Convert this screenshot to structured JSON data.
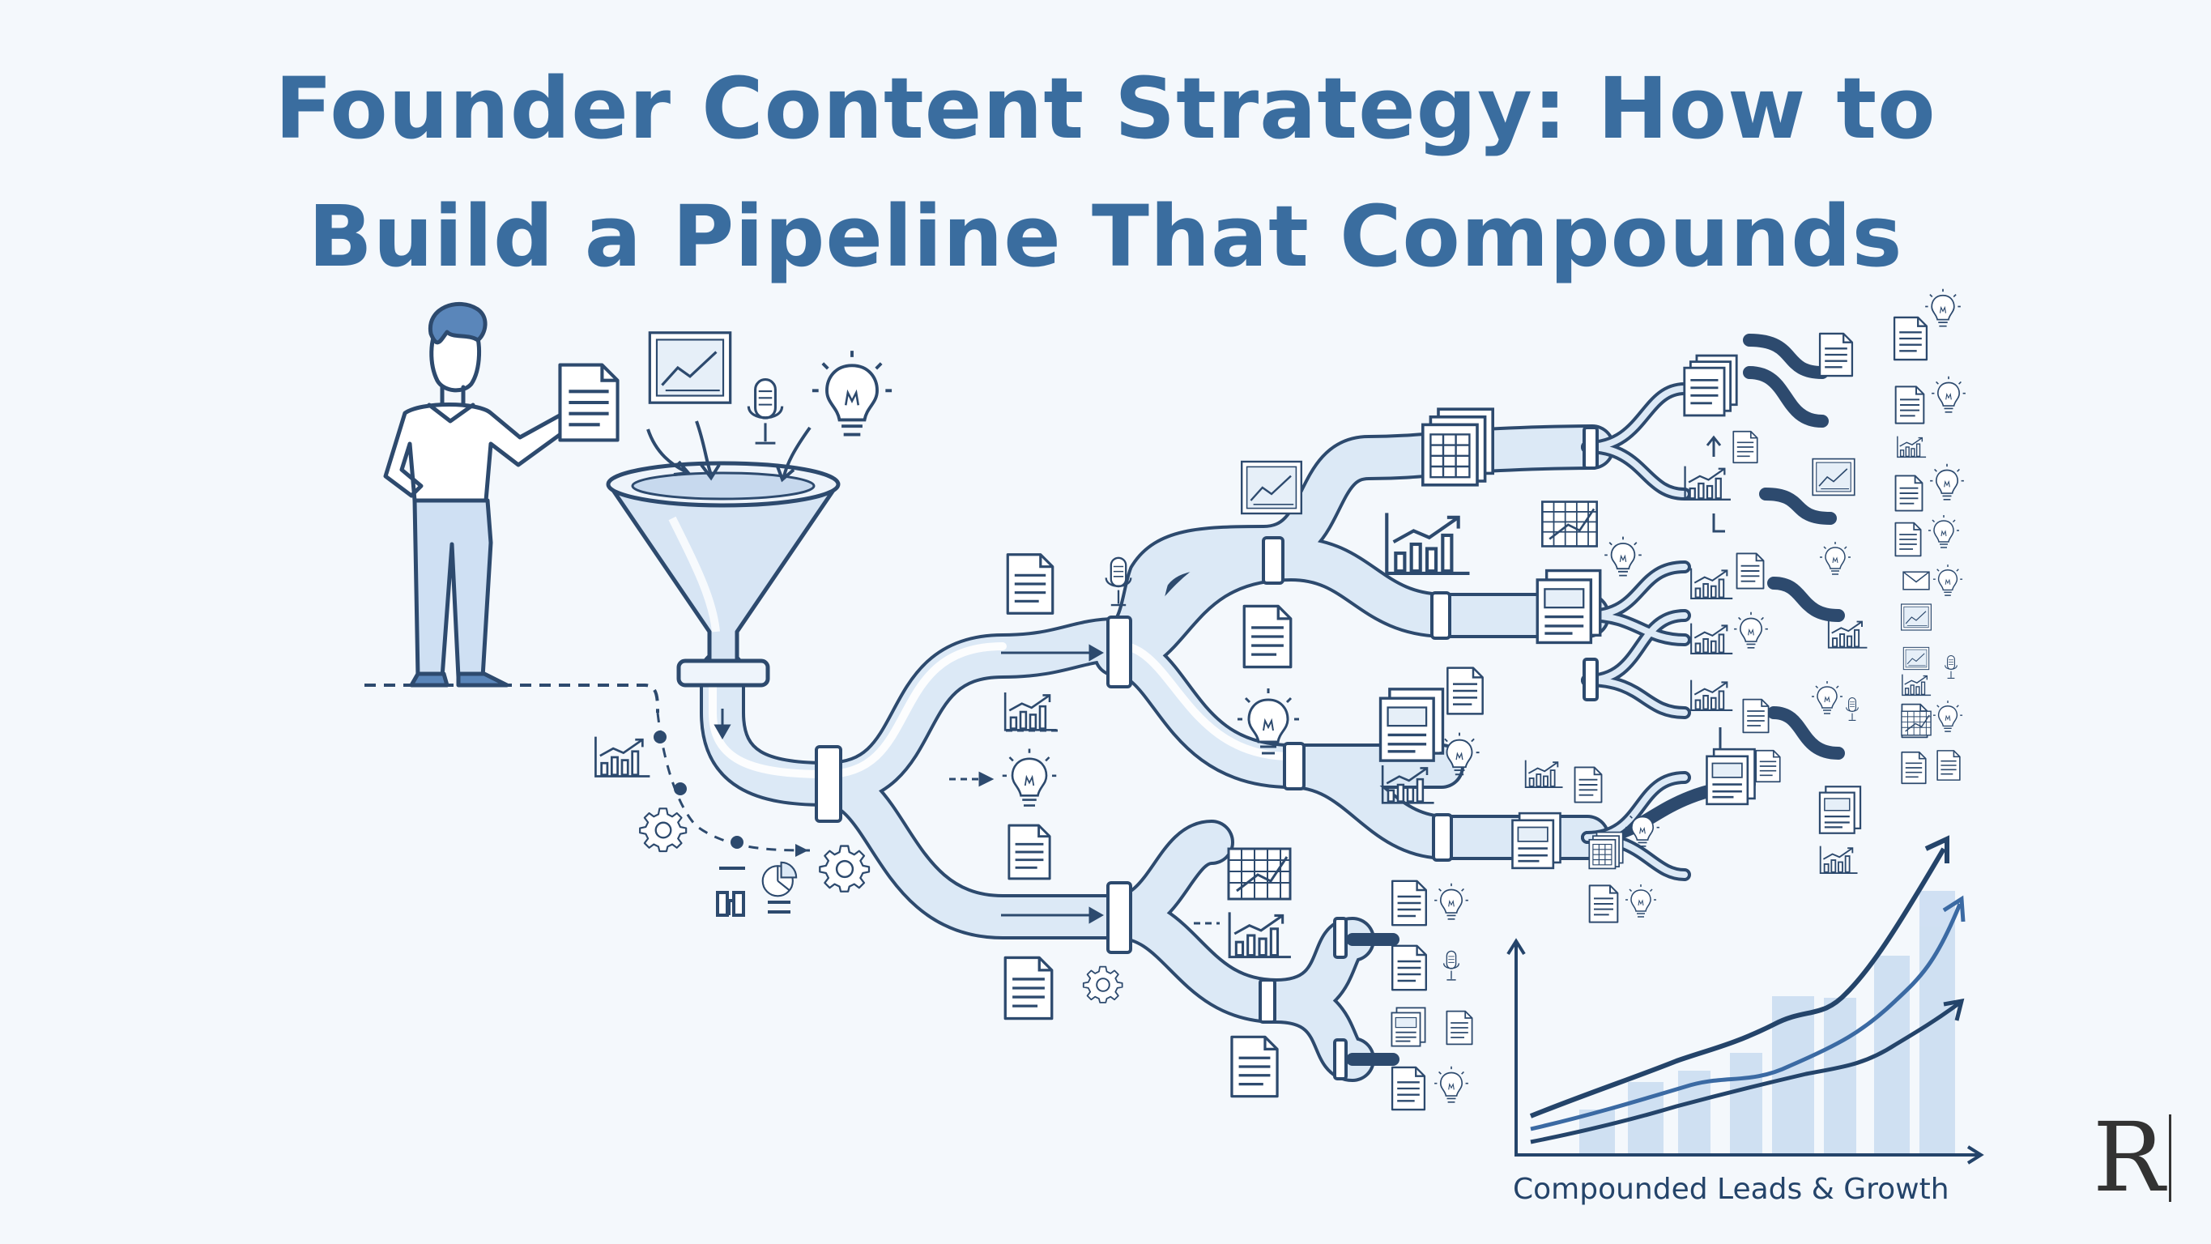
{
  "header": {
    "title_line1": "Founder Content Strategy: How to",
    "title_line2": "Build a Pipeline That Compounds"
  },
  "growth_chart": {
    "caption": "Compounded Leads & Growth"
  },
  "brand": {
    "mark": "R"
  },
  "icons": [
    "person-icon",
    "document-icon",
    "chart-icon",
    "microphone-icon",
    "lightbulb-icon",
    "funnel-icon",
    "gear-icon",
    "pie-chart-icon",
    "calendar-icon",
    "email-icon"
  ],
  "colors": {
    "title": "#3a6d9f",
    "line": "#2d4a6e",
    "pipe_fill": "#dce9f6",
    "accent": "#3b6aa3",
    "background": "#f4f8fc"
  }
}
